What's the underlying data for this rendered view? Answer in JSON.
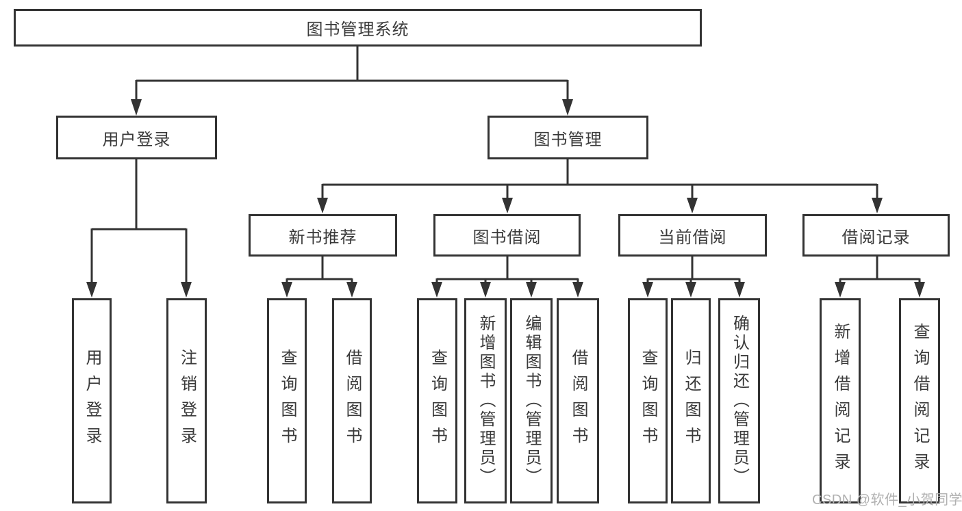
{
  "diagram": {
    "root": {
      "label": "图书管理系统"
    },
    "level2": [
      {
        "label": "用户登录"
      },
      {
        "label": "图书管理"
      }
    ],
    "level3": [
      {
        "label": "新书推荐"
      },
      {
        "label": "图书借阅"
      },
      {
        "label": "当前借阅"
      },
      {
        "label": "借阅记录"
      }
    ],
    "leaves": {
      "user_login": [
        {
          "label": "用户登录"
        },
        {
          "label": "注销登录"
        }
      ],
      "new_book": [
        {
          "label": "查询图书"
        },
        {
          "label": "借阅图书"
        }
      ],
      "book_borrow": [
        {
          "label": "查询图书"
        },
        {
          "label": "新增图书（管理员）"
        },
        {
          "label": "编辑图书（管理员）"
        },
        {
          "label": "借阅图书"
        }
      ],
      "current_borrow": [
        {
          "label": "查询图书"
        },
        {
          "label": "归还图书"
        },
        {
          "label": "确认归还（管理员）"
        }
      ],
      "borrow_record": [
        {
          "label": "新增借阅记录"
        },
        {
          "label": "查询借阅记录"
        }
      ]
    }
  },
  "watermark": {
    "text": "CSDN @软件_小贺同学"
  },
  "colors": {
    "line": "#333333",
    "text": "#3a3a3a",
    "watermark": "#b0b0b0",
    "background": "#ffffff"
  }
}
